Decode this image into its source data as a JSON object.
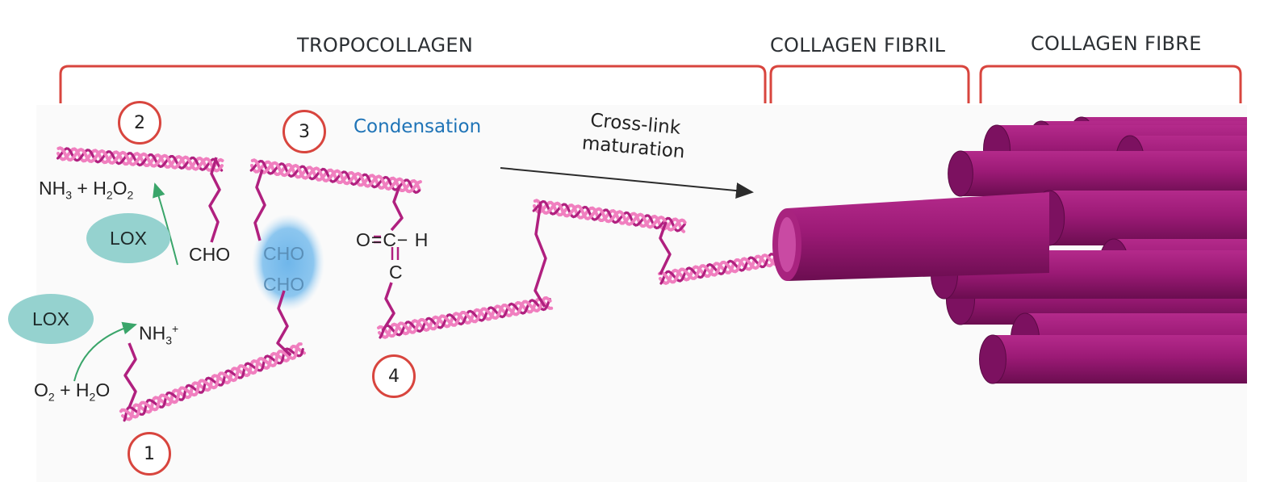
{
  "headers": {
    "tropocollagen": "TROPOCOLLAGEN",
    "fibril": "COLLAGEN FIBRIL",
    "fibre": "COLLAGEN FIBRE"
  },
  "enzymes": {
    "lox_top": "LOX",
    "lox_bottom": "LOX"
  },
  "steps": [
    "1",
    "2",
    "3",
    "4"
  ],
  "labels": {
    "condensation": "Condensation",
    "crosslink_line1": "Cross-link",
    "crosslink_line2": "maturation",
    "cho": "CHO",
    "cho_condensed_1": "CHO",
    "cho_condensed_2": "CHO"
  },
  "chemistry": {
    "nh3_h2o2": "NH3 + H2O2",
    "o2_h2o": "O2 + H2O",
    "nh3_plus": "NH3+",
    "aldol_top": "O=C− H",
    "aldol_c": "C"
  },
  "colors": {
    "bracket": "#d8453e",
    "helix_dark": "#b0207f",
    "helix_light": "#f07fbf",
    "lysine_chain": "#b0207f",
    "fibre_magenta": "#9c1a76",
    "fibre_dark": "#6b0d50",
    "condensation_blue": "#1f74b7",
    "lox_fill": "#95d2cf",
    "reaction_arrow": "#3aa56a"
  },
  "icons": {
    "fibril": "cylinder-fibril-icon",
    "fibre": "cylinder-bundle-icon"
  }
}
